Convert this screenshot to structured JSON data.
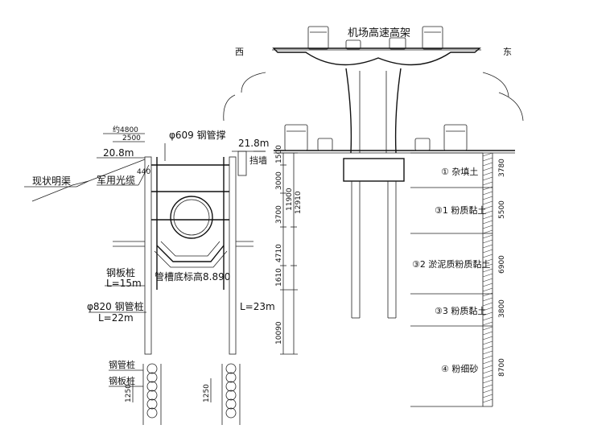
{
  "title": "机场高速高架",
  "direction_west": "西",
  "direction_east": "东",
  "left": {
    "dim_total": "约4800",
    "dim_2500": "2500",
    "elev_ground": "20.8m",
    "strut_label": "φ609 钢管撑",
    "existing_ditch": "现状明渠",
    "military_cable": "军用光缆",
    "dim_440": "440",
    "sheet_pile": "钢板桩",
    "sheet_pile_len": "L=15m",
    "pipe_bottom": "管槽底标高8.890",
    "steel_pipe_pile": "φ820 钢管桩",
    "steel_pipe_pile_len": "L=22m",
    "right_pile_len": "L=23m"
  },
  "right": {
    "elev_top": "21.8m",
    "retaining_wall": "挡墙"
  },
  "dims_left": [
    "1500",
    "3000",
    "3700",
    "4710",
    "1610",
    "10090"
  ],
  "dims_right": [
    "11900",
    "12910"
  ],
  "soil_layers": [
    {
      "label": "① 杂填土",
      "thickness": "3780"
    },
    {
      "label": "③1 粉质黏土",
      "thickness": "5500"
    },
    {
      "label": "③2 淤泥质粉质黏土",
      "thickness": "6900"
    },
    {
      "label": "③3 粉质黏土",
      "thickness": "3800"
    },
    {
      "label": "④ 粉细砂",
      "thickness": "8700"
    }
  ],
  "bottom_detail": {
    "steel_pipe_pile": "钢管桩",
    "sheet_pile": "钢板桩",
    "spacing_left": "1250",
    "spacing_right": "1250"
  }
}
